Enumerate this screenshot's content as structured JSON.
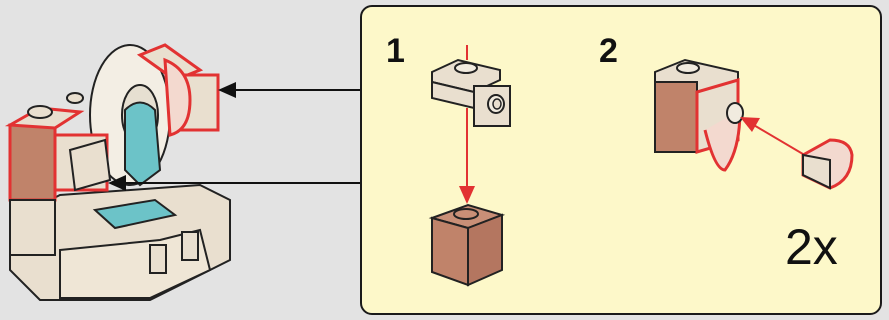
{
  "steps": [
    {
      "number": "1"
    },
    {
      "number": "2"
    }
  ],
  "multiplier": "2x",
  "colors": {
    "panel_background": "#fdf8c9",
    "page_background": "#e3e3e3",
    "highlight_red": "#e23232",
    "brick_brown": "#c0836a",
    "brick_tan": "#e9dfcf",
    "accent_teal": "#6cc3c8"
  }
}
